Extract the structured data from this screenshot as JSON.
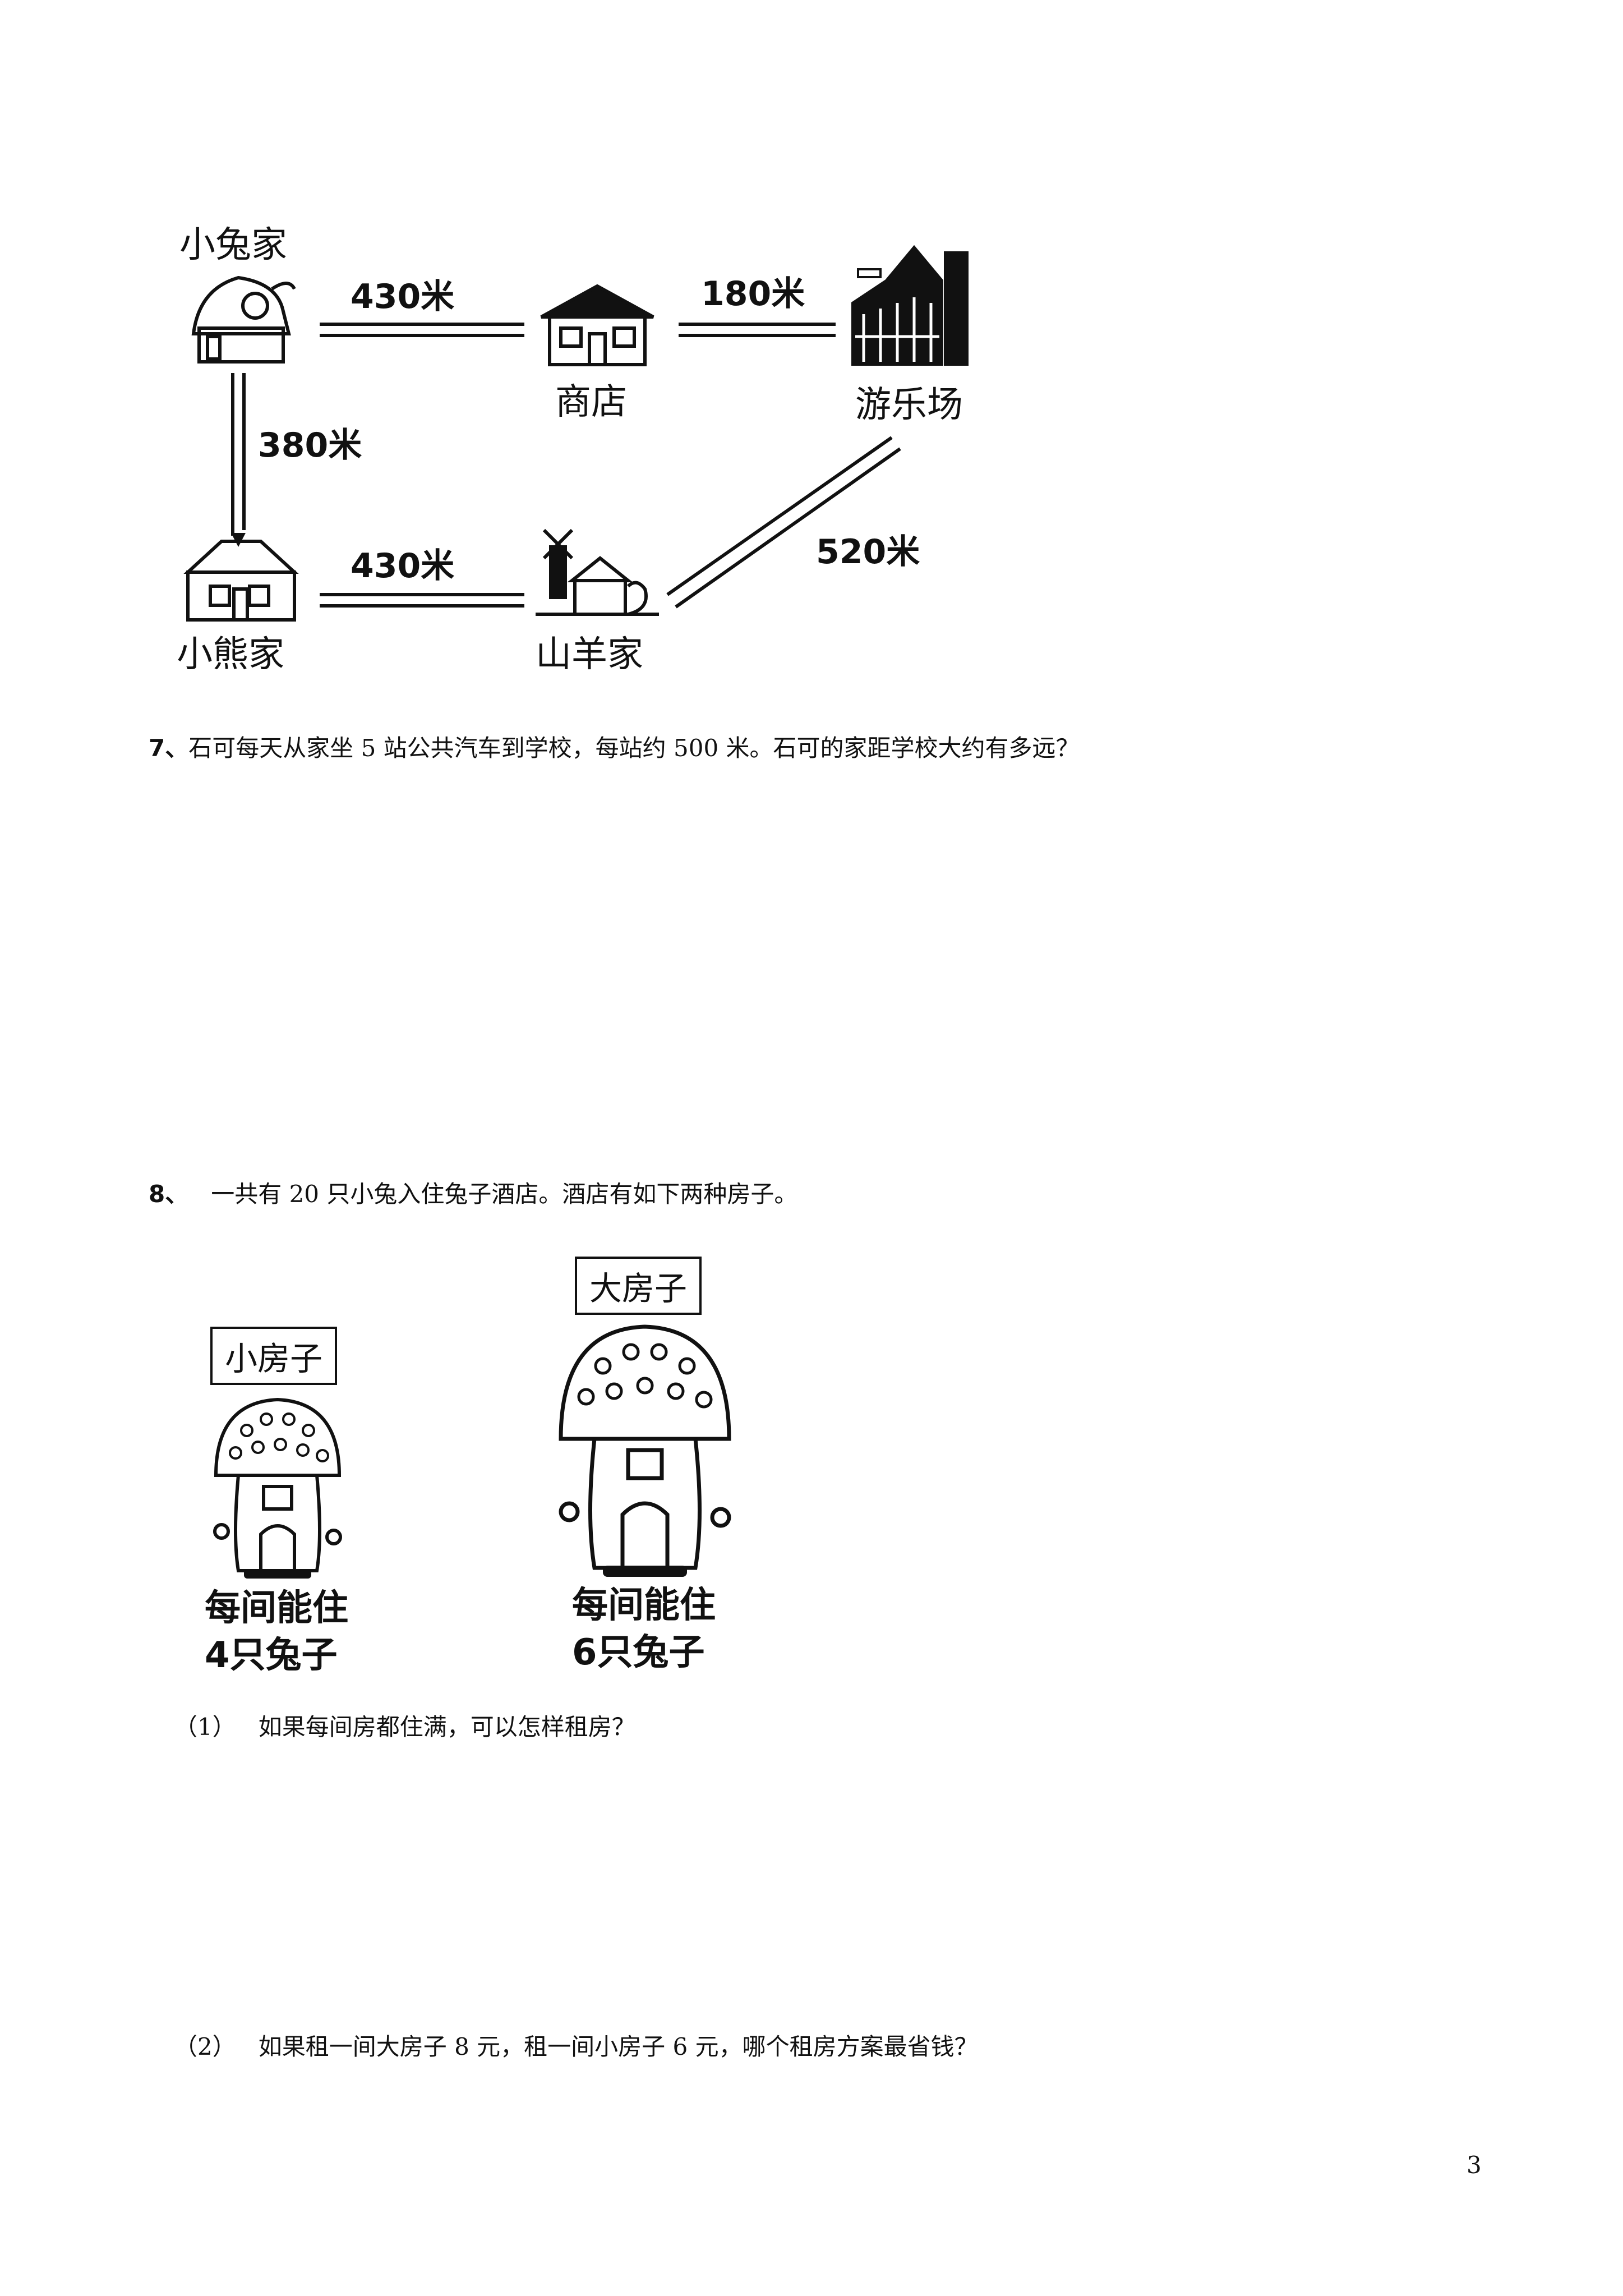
{
  "map": {
    "places": {
      "rabbit_home": "小兔家",
      "shop": "商店",
      "park": "游乐场",
      "bear_home": "小熊家",
      "goat_home": "山羊家"
    },
    "distances": {
      "rabbit_shop": "430米",
      "shop_park": "180米",
      "rabbit_bear": "380米",
      "bear_goat": "430米",
      "goat_park": "520米"
    }
  },
  "q7": {
    "number": "7、",
    "text": "石可每天从家坐 5 站公共汽车到学校，每站约 500 米。石可的家距学校大约有多远？"
  },
  "q8": {
    "number": "8、",
    "text": "一共有 20 只小兔入住兔子酒店。酒店有如下两种房子。",
    "small_house": {
      "label": "小房子",
      "line1": "每间能住",
      "line2": "4只兔子"
    },
    "big_house": {
      "label": "大房子",
      "line1": "每间能住",
      "line2": "6只兔子"
    },
    "sub1": {
      "number": "（1）",
      "text": "如果每间房都住满，可以怎样租房？"
    },
    "sub2": {
      "number": "（2）",
      "text": "如果租一间大房子 8 元，租一间小房子 6 元，哪个租房方案最省钱？"
    }
  },
  "page_number": "3"
}
